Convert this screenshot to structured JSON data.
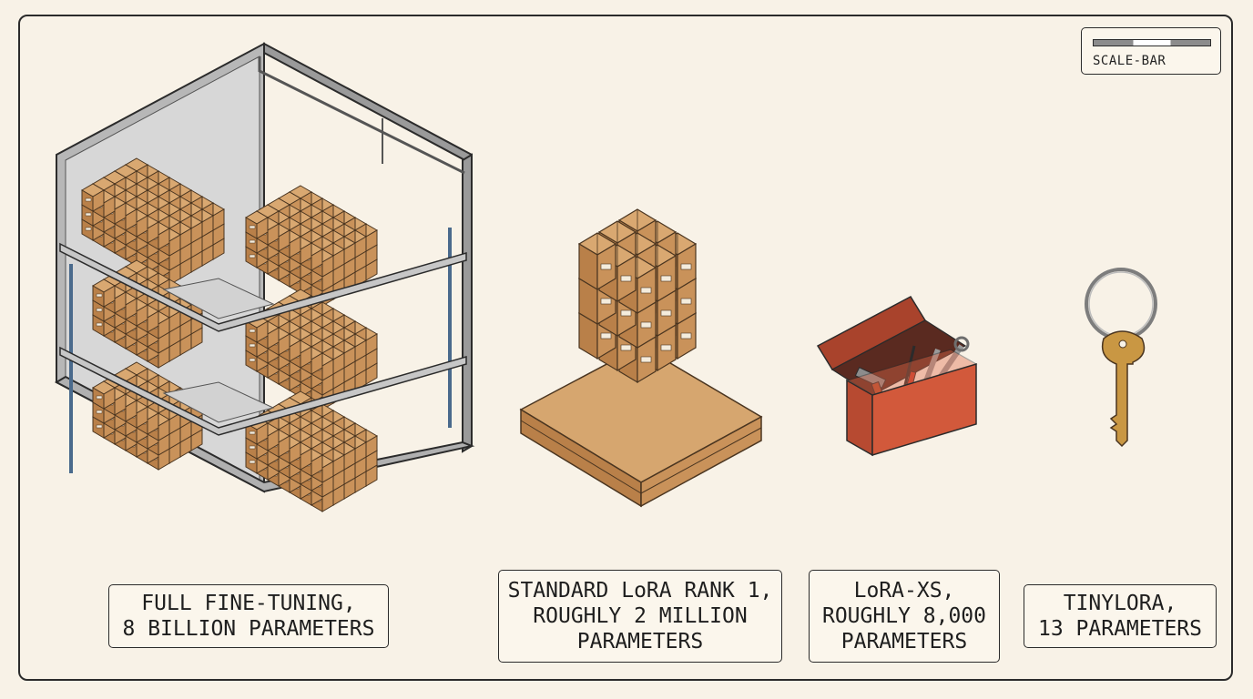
{
  "legend": {
    "text": "SCALE-BAR"
  },
  "items": [
    {
      "line1": "FULL FINE-TUNING,",
      "line2": "8 BILLION PARAMETERS"
    },
    {
      "line1": "STANDARD LoRA RANK 1,",
      "line2": "ROUGHLY 2 MILLION",
      "line3": "PARAMETERS"
    },
    {
      "line1": "LoRA-XS,",
      "line2": "ROUGHLY 8,000",
      "line3": "PARAMETERS"
    },
    {
      "line1": "TINYLORA,",
      "line2": "13 PARAMETERS"
    }
  ],
  "colors": {
    "background": "#f8f2e7",
    "box": "#c9925a",
    "shelf": "#c7c7c7",
    "toolbox": "#c9543a",
    "key": "#c99743"
  }
}
